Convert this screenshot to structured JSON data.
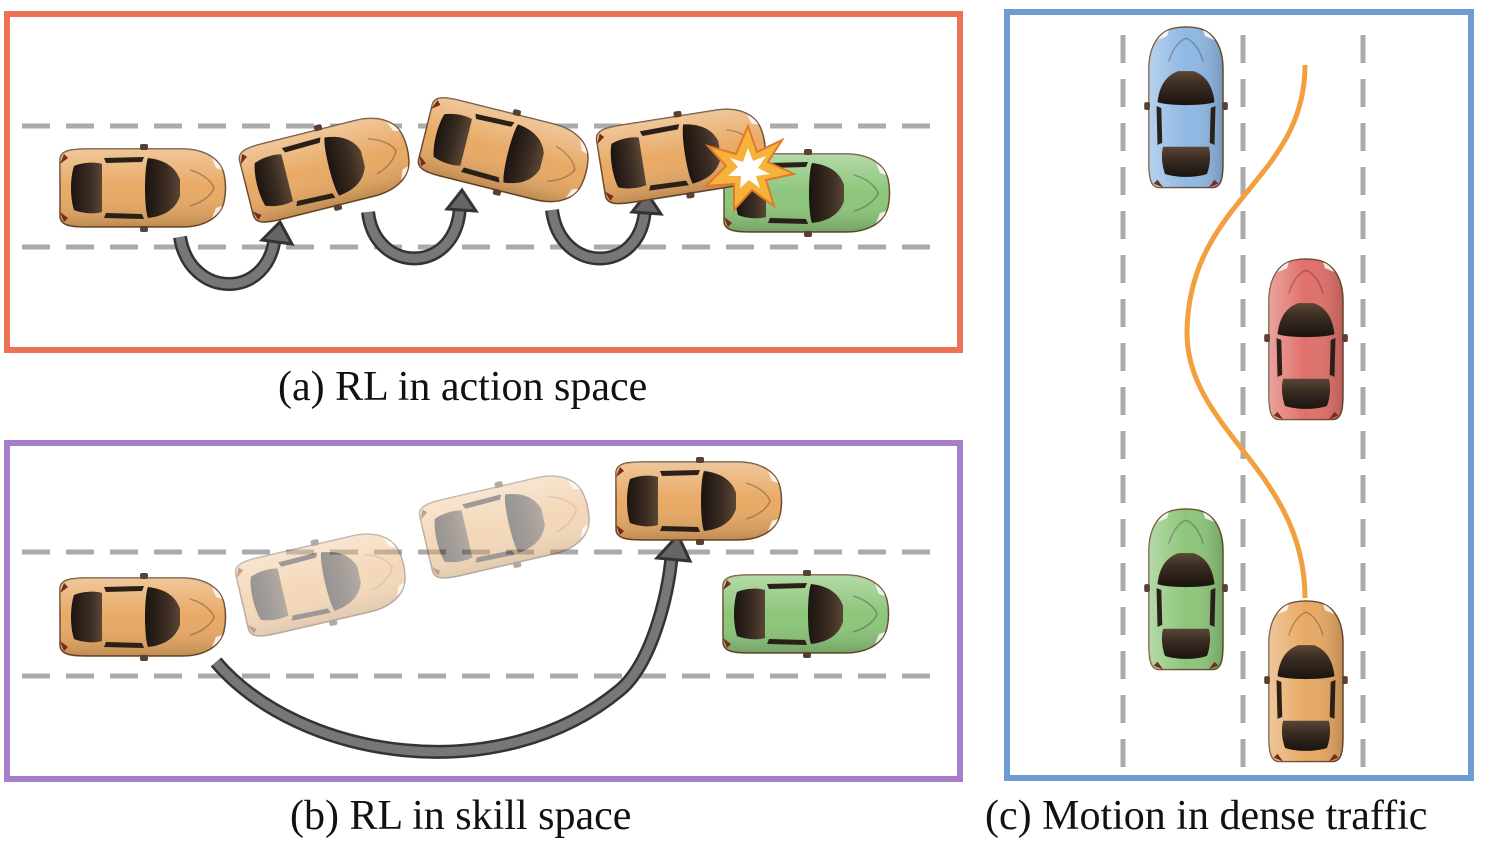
{
  "panels": {
    "a": {
      "caption": "(a) RL in action space",
      "border_color": "#ec7155"
    },
    "b": {
      "caption": "(b) RL in skill space",
      "border_color": "#a67fcc"
    },
    "c": {
      "caption": "(c) Motion in dense traffic",
      "border_color": "#6e9bd0"
    }
  },
  "colors": {
    "ego_car": "#e8a964",
    "obstacle_green": "#8cc67a",
    "traffic_blue": "#8fb8e3",
    "traffic_red": "#e0706a",
    "ego_ghost": "#f0cfa6",
    "path": "#f2a03d",
    "arrow": "#666666",
    "lane_dash": "#aaaaaa",
    "collision": "#f7b23b"
  }
}
